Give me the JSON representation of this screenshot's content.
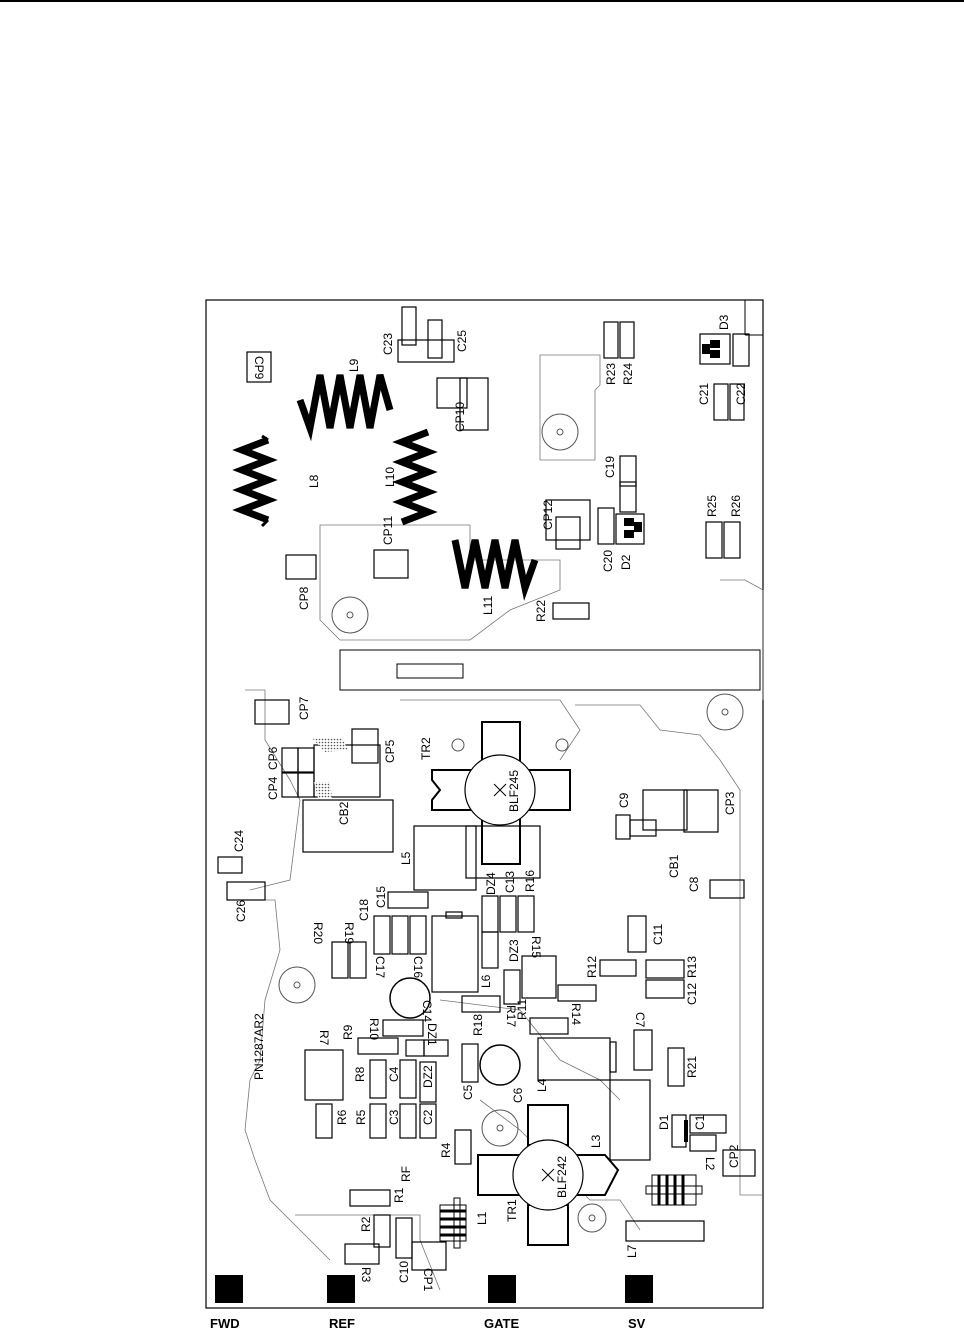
{
  "board": {
    "part_number": "PN1287AR2",
    "rf_label": "RF"
  },
  "connectors": [
    "FWD",
    "REF",
    "GATE",
    "SV"
  ],
  "transistors": {
    "tr1_ref": "TR1",
    "tr1_part": "BLF242",
    "tr2_ref": "TR2",
    "tr2_part": "BLF245"
  },
  "labels": {
    "cp9": "CP9",
    "l9": "L9",
    "c23": "C23",
    "c25": "C25",
    "r23": "R23",
    "r24": "R24",
    "d3": "D3",
    "c21": "C21",
    "c22": "C22",
    "cp10": "CP10",
    "l8": "L8",
    "l10": "L10",
    "c19": "C19",
    "cp12": "CP12",
    "r25": "R25",
    "r26": "R26",
    "cp11": "CP11",
    "c20": "C20",
    "d2": "D2",
    "cp8": "CP8",
    "l11": "L11",
    "r22": "R22",
    "cp7": "CP7",
    "cp5": "CP5",
    "cp4": "CP4",
    "cp6": "CP6",
    "cb2": "CB2",
    "c9": "C9",
    "cp3": "CP3",
    "c24": "C24",
    "l5": "L5",
    "dz4": "DZ4",
    "c13": "C13",
    "r16": "R16",
    "cb1": "CB1",
    "c8": "C8",
    "c26": "C26",
    "c15": "C15",
    "c18": "C18",
    "r19": "R19",
    "r20": "R20",
    "c17": "C17",
    "c16": "C16",
    "dz3": "DZ3",
    "r15": "R15",
    "c11": "C11",
    "r12": "R12",
    "r13": "R13",
    "l6": "L6",
    "c12": "C12",
    "c14": "C14",
    "r17": "R17",
    "r14": "R14",
    "r7": "R7",
    "r9": "R9",
    "r10": "R10",
    "dz1": "DZ1",
    "r18": "R18",
    "r11": "R11",
    "c7": "C7",
    "r8": "R8",
    "c4": "C4",
    "dz2": "DZ2",
    "c5": "C5",
    "l4": "L4",
    "r21": "R21",
    "c6": "C6",
    "r6": "R6",
    "r5": "R5",
    "c3": "C3",
    "c2": "C2",
    "d1": "D1",
    "c1": "C1",
    "l3": "L3",
    "r4": "R4",
    "cp2": "CP2",
    "r1": "R1",
    "l2": "L2",
    "r2": "R2",
    "l1": "L1",
    "r3": "R3",
    "c10": "C10",
    "cp1": "CP1",
    "l7": "L7"
  }
}
